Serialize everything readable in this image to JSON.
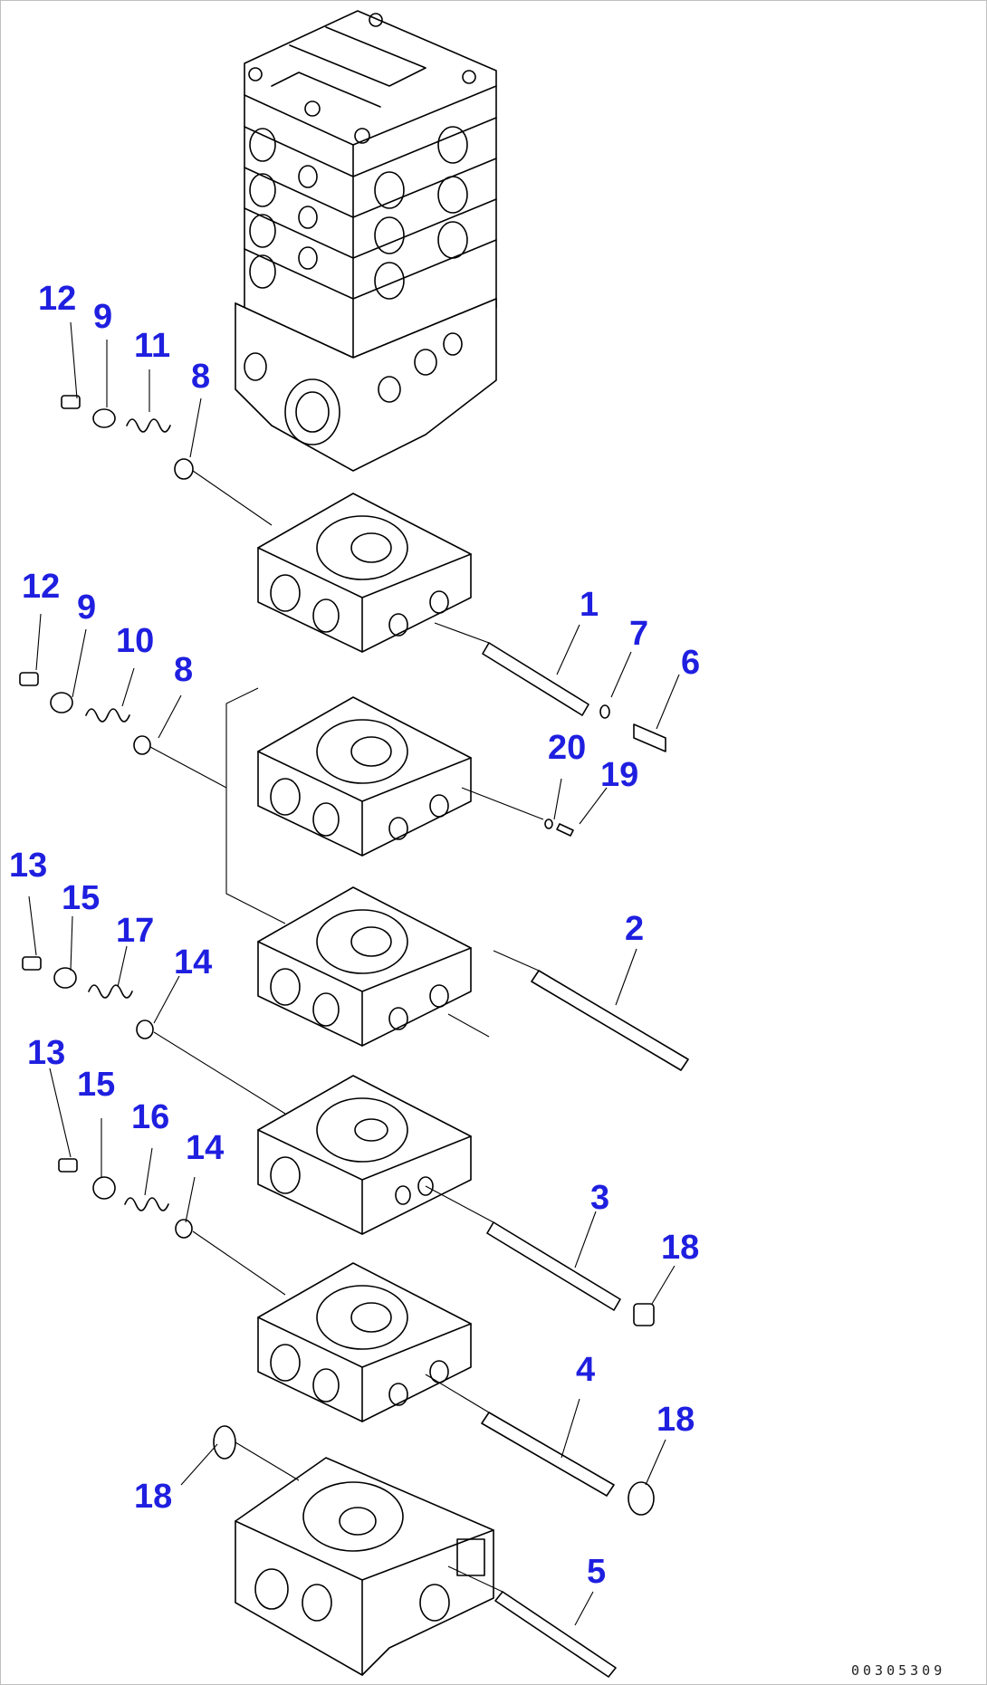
{
  "diagram": {
    "callouts": {
      "c12a": "12",
      "c9a": "9",
      "c11": "11",
      "c8a": "8",
      "c12b": "12",
      "c9b": "9",
      "c10": "10",
      "c8b": "8",
      "c1": "1",
      "c7": "7",
      "c6": "6",
      "c20": "20",
      "c19": "19",
      "c13a": "13",
      "c15a": "15",
      "c17": "17",
      "c14a": "14",
      "c2": "2",
      "c13b": "13",
      "c15b": "15",
      "c16": "16",
      "c14b": "14",
      "c3": "3",
      "c18a": "18",
      "c4": "4",
      "c18b": "18",
      "c18c": "18",
      "c5": "5"
    },
    "drawing_code": "00305309"
  },
  "colors": {
    "callout": "#1f1fe0",
    "line": "#000000",
    "background": "#ffffff"
  }
}
